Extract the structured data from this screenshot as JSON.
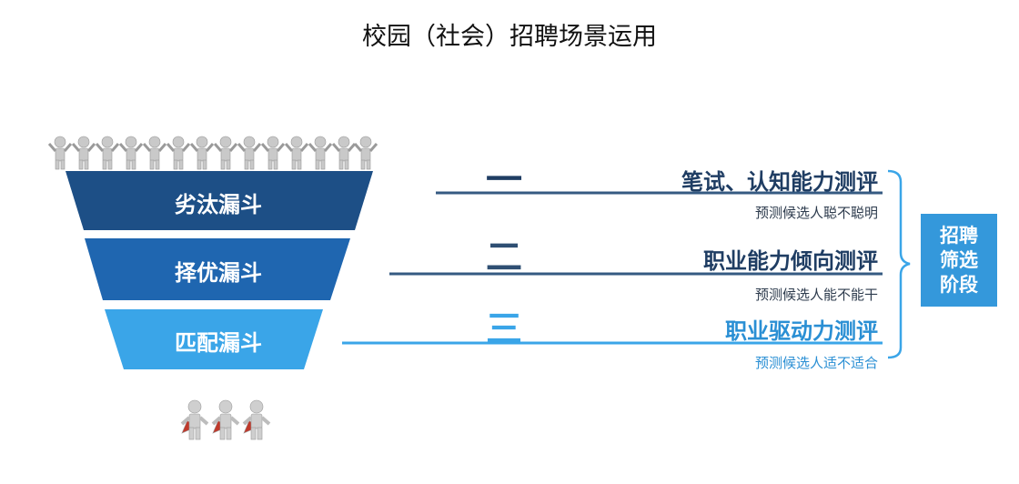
{
  "title": "校园（社会）招聘场景运用",
  "colors": {
    "dark": "#1d4f86",
    "mid": "#1f66b0",
    "light": "#3aa5e8",
    "line_dark": "#355a82",
    "line_light": "#3aa5e8",
    "badge": "#3498db"
  },
  "funnel": [
    {
      "label": "劣汰漏斗"
    },
    {
      "label": "择优漏斗"
    },
    {
      "label": "匹配漏斗"
    }
  ],
  "stages": [
    {
      "number": "一",
      "heading": "笔试、认知能力测评",
      "sub": "预测候选人聪不聪明"
    },
    {
      "number": "二",
      "heading": "职业能力倾向测评",
      "sub": "预测候选人能不能干"
    },
    {
      "number": "三",
      "heading": "职业驱动力测评",
      "sub": "预测候选人适不适合"
    }
  ],
  "badge": {
    "line1": "招聘",
    "line2": "筛选",
    "line3": "阶段"
  },
  "figures": {
    "top_icon": "person-figure-icon",
    "bottom_icon": "hero-figure-icon"
  }
}
